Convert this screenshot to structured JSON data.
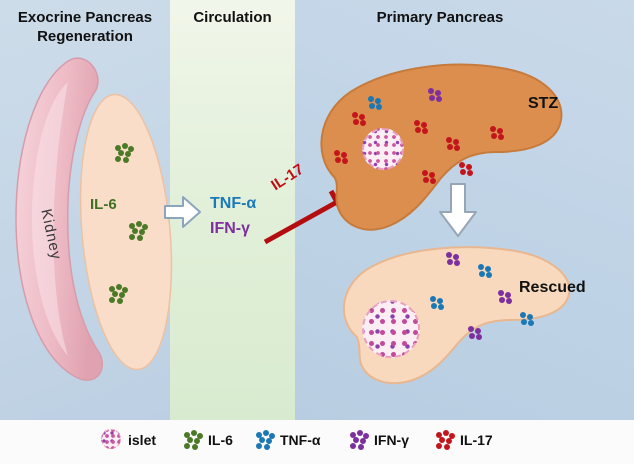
{
  "header": {
    "left_title_line1": "Exocrine Pancreas",
    "left_title_line2": "Regeneration",
    "middle_title": "Circulation",
    "right_title": "Primary Pancreas"
  },
  "left_panel": {
    "kidney_label": "Kidney",
    "il6_label": "IL-6"
  },
  "circulation": {
    "tnf_label": "TNF-α",
    "ifn_label": "IFN-γ",
    "il17_label": "IL-17"
  },
  "right_panel": {
    "stz_label": "STZ",
    "rescued_label": "Rescued"
  },
  "legend": {
    "items": [
      {
        "icon": "islet-icon",
        "label": "islet"
      },
      {
        "icon": "il6-dots-icon",
        "label": "IL-6"
      },
      {
        "icon": "tnf-dots-icon",
        "label": "TNF-α"
      },
      {
        "icon": "ifn-dots-icon",
        "label": "IFN-γ"
      },
      {
        "icon": "il17-dots-icon",
        "label": "IL-17"
      }
    ]
  },
  "colors": {
    "il6_green": "#4a7a28",
    "tnf_blue": "#1a78b5",
    "ifn_purple": "#7d2f9d",
    "il17_red": "#c3161c",
    "stz_pancreas": "#dc8e4e",
    "rescued_pancreas": "#f8d9bd",
    "kidney_pink": "#e8aab6"
  }
}
